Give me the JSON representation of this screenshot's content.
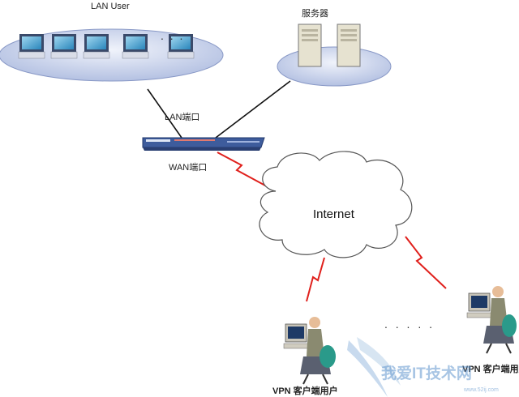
{
  "labels": {
    "lan_user": "LAN User",
    "server": "服务器",
    "lan_port": "LAN端口",
    "wan_port": "WAN端口",
    "internet": "Internet",
    "vpn_client_1": "VPN 客户端用户",
    "vpn_client_2": "VPN 客户端用户",
    "dots_lan": ". . .",
    "dots_vpn": ". . . . ."
  },
  "watermark": {
    "text": "我爱IT技术网",
    "url": "www.52ij.com"
  },
  "colors": {
    "lan_platform": "#c9d3ec",
    "wan_link": "#e0201c",
    "router_body": "#3e5c9c",
    "cloud_fill": "#ffffff",
    "server_fill": "#e6e2d0"
  }
}
